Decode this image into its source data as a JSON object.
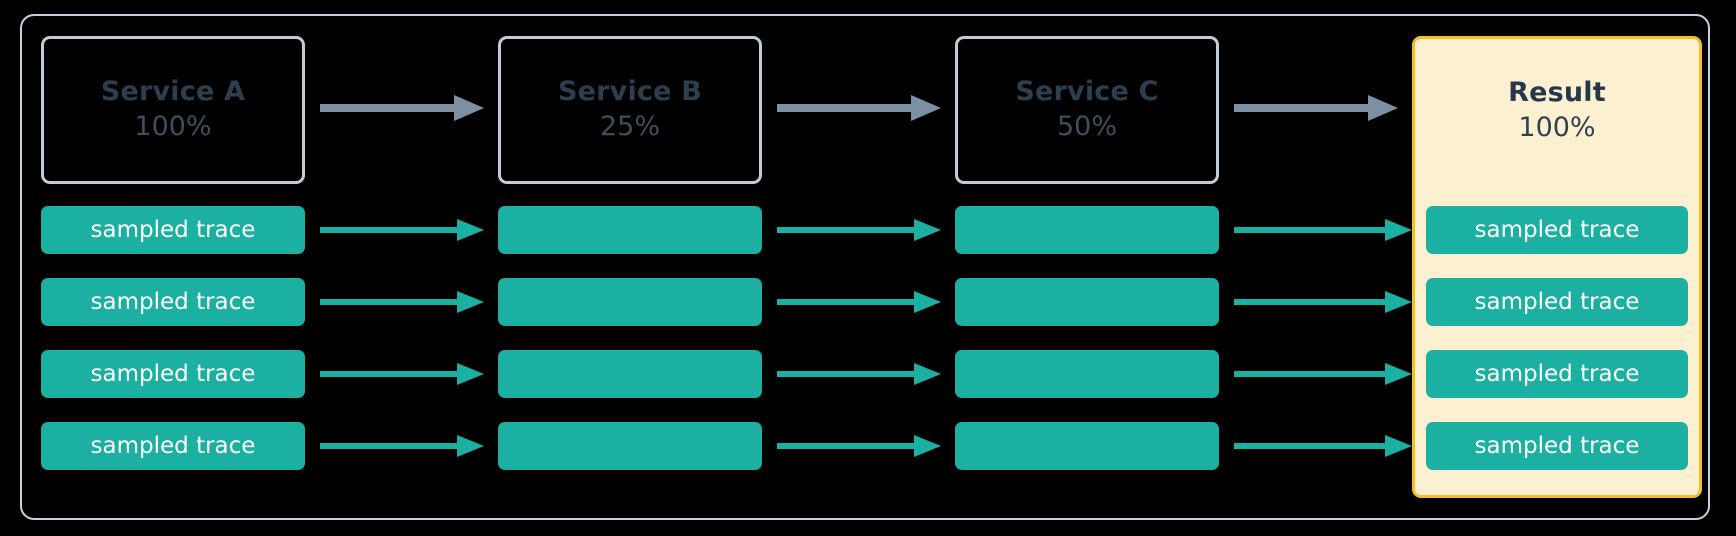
{
  "diagram": {
    "title": "trace sampling pipeline",
    "background": "#000000",
    "frame_color": "#c6d1dc",
    "colors": {
      "teal": "#1cb0a3",
      "gray_arrow": "#7d8fa3",
      "result_fill": "#fbf1d1",
      "result_border": "#f4be2c",
      "box_border": "#c0cdd9",
      "heading_text": "#2d3e4e"
    }
  },
  "columns": [
    {
      "id": "service-a",
      "name": "Service A",
      "percent": "100%",
      "highlight": false,
      "trace_label": "sampled trace",
      "show_trace_label": true
    },
    {
      "id": "service-b",
      "name": "Service B",
      "percent": "25%",
      "highlight": false,
      "trace_label": "",
      "show_trace_label": false
    },
    {
      "id": "service-c",
      "name": "Service C",
      "percent": "50%",
      "highlight": false,
      "trace_label": "",
      "show_trace_label": false
    },
    {
      "id": "result",
      "name": "Result",
      "percent": "100%",
      "highlight": true,
      "trace_label": "sampled trace",
      "show_trace_label": true
    }
  ],
  "traces": {
    "row_count": 4,
    "label": "sampled trace",
    "rows": [
      {
        "index": 1,
        "cells": [
          "sampled trace",
          "",
          "",
          "sampled trace"
        ]
      },
      {
        "index": 2,
        "cells": [
          "sampled trace",
          "",
          "",
          "sampled trace"
        ]
      },
      {
        "index": 3,
        "cells": [
          "sampled trace",
          "",
          "",
          "sampled trace"
        ]
      },
      {
        "index": 4,
        "cells": [
          "sampled trace",
          "",
          "",
          "sampled trace"
        ]
      }
    ]
  },
  "connectors": {
    "header_arrows": 3,
    "header_arrow_color": "#7d8fa3",
    "trace_arrow_color": "#1cb0a3",
    "trace_arrows_per_row": 3
  }
}
